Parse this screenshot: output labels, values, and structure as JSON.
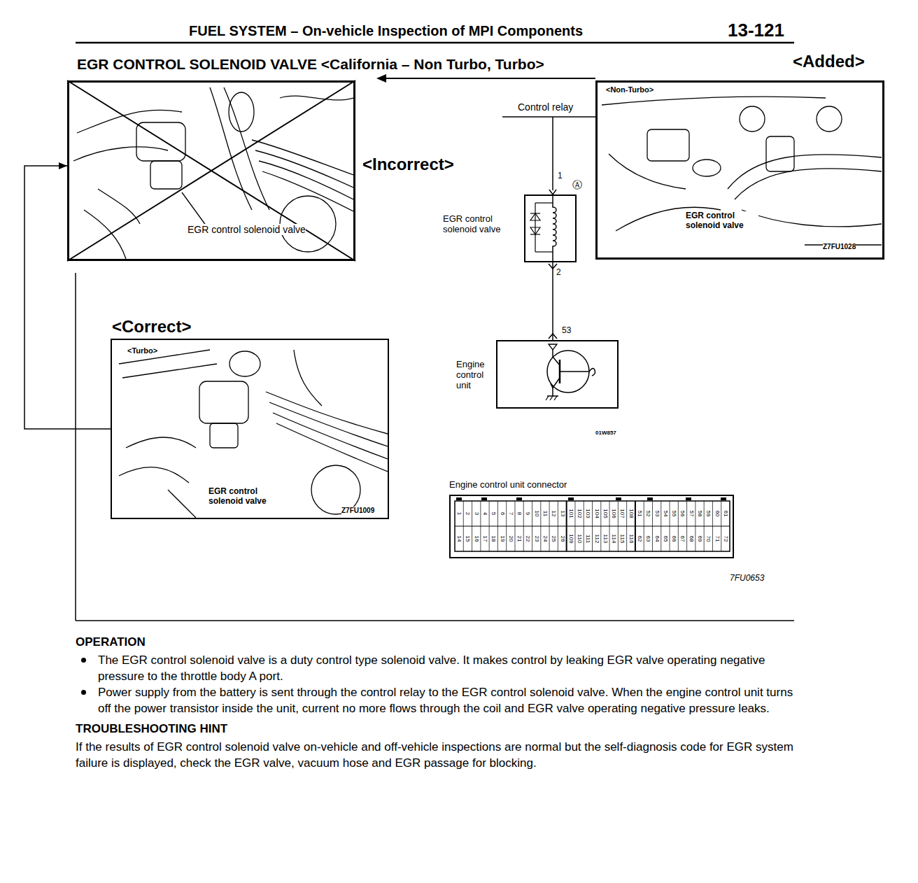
{
  "diagram": {
    "title": "EGR CONTROL SOLENOID VALVE <California – Non Turbo, Turbo>",
    "nodes": [
      {
        "text": [
          "EGR control solenoid valve"
        ]
      },
      {
        "text": [
          "<Non-Turbo>",
          "EGR control solenoid valve",
          "Z7FU1028"
        ]
      },
      {
        "text": [
          "EGR control solenoid valve"
        ]
      },
      {
        "text": [
          "Engine control unit"
        ]
      },
      {
        "text": [
          "<Correct>",
          "<Turbo>",
          "EGR control solenoid valve",
          "Z7FU1009"
        ]
      }
    ],
    "edges": [
      {
        "from": 2,
        "to": 3,
        "arrow": "none"
      },
      {
        "from": 4,
        "to": 0,
        "arrow": "to"
      }
    ],
    "labels": [
      "FUEL SYSTEM – On-vehicle Inspection of MPI Components",
      "13-121",
      "<Added>",
      "<Incorrect>",
      "Control relay",
      "1",
      "Ⓐ",
      "2",
      "53",
      "01W857",
      "Engine control unit connector",
      "1",
      "2",
      "3",
      "4",
      "5",
      "6",
      "7",
      "8",
      "9",
      "10",
      "11",
      "12",
      "13",
      "101",
      "102",
      "103",
      "104",
      "105",
      "106",
      "107",
      "108",
      "51",
      "52",
      "53",
      "54",
      "55",
      "56",
      "57",
      "58",
      "59",
      "60",
      "61",
      "14",
      "15",
      "16",
      "17",
      "18",
      "19",
      "20",
      "21",
      "22",
      "23",
      "24",
      "25",
      "26",
      "109",
      "110",
      "111",
      "112",
      "113",
      "114",
      "115",
      "116",
      "62",
      "63",
      "64",
      "65",
      "66",
      "67",
      "68",
      "69",
      "70",
      "71",
      "72",
      "7FU0653",
      "OPERATION",
      "The EGR control solenoid valve is a duty control type solenoid valve. It makes control by leaking EGR valve operating negative pressure to the throttle body A port.",
      "Power supply from the battery is sent through the control relay to the EGR control solenoid valve. When the engine control unit turns off the power transistor inside the unit, current no more flows through the coil and EGR valve operating negative pressure leaks.",
      "TROUBLESHOOTING HINT",
      "If the results of EGR control solenoid valve on-vehicle and off-vehicle inspections are normal but the self-diagnosis code for EGR system failure is displayed, check the EGR valve, vacuum hose and EGR passage for blocking."
    ]
  }
}
